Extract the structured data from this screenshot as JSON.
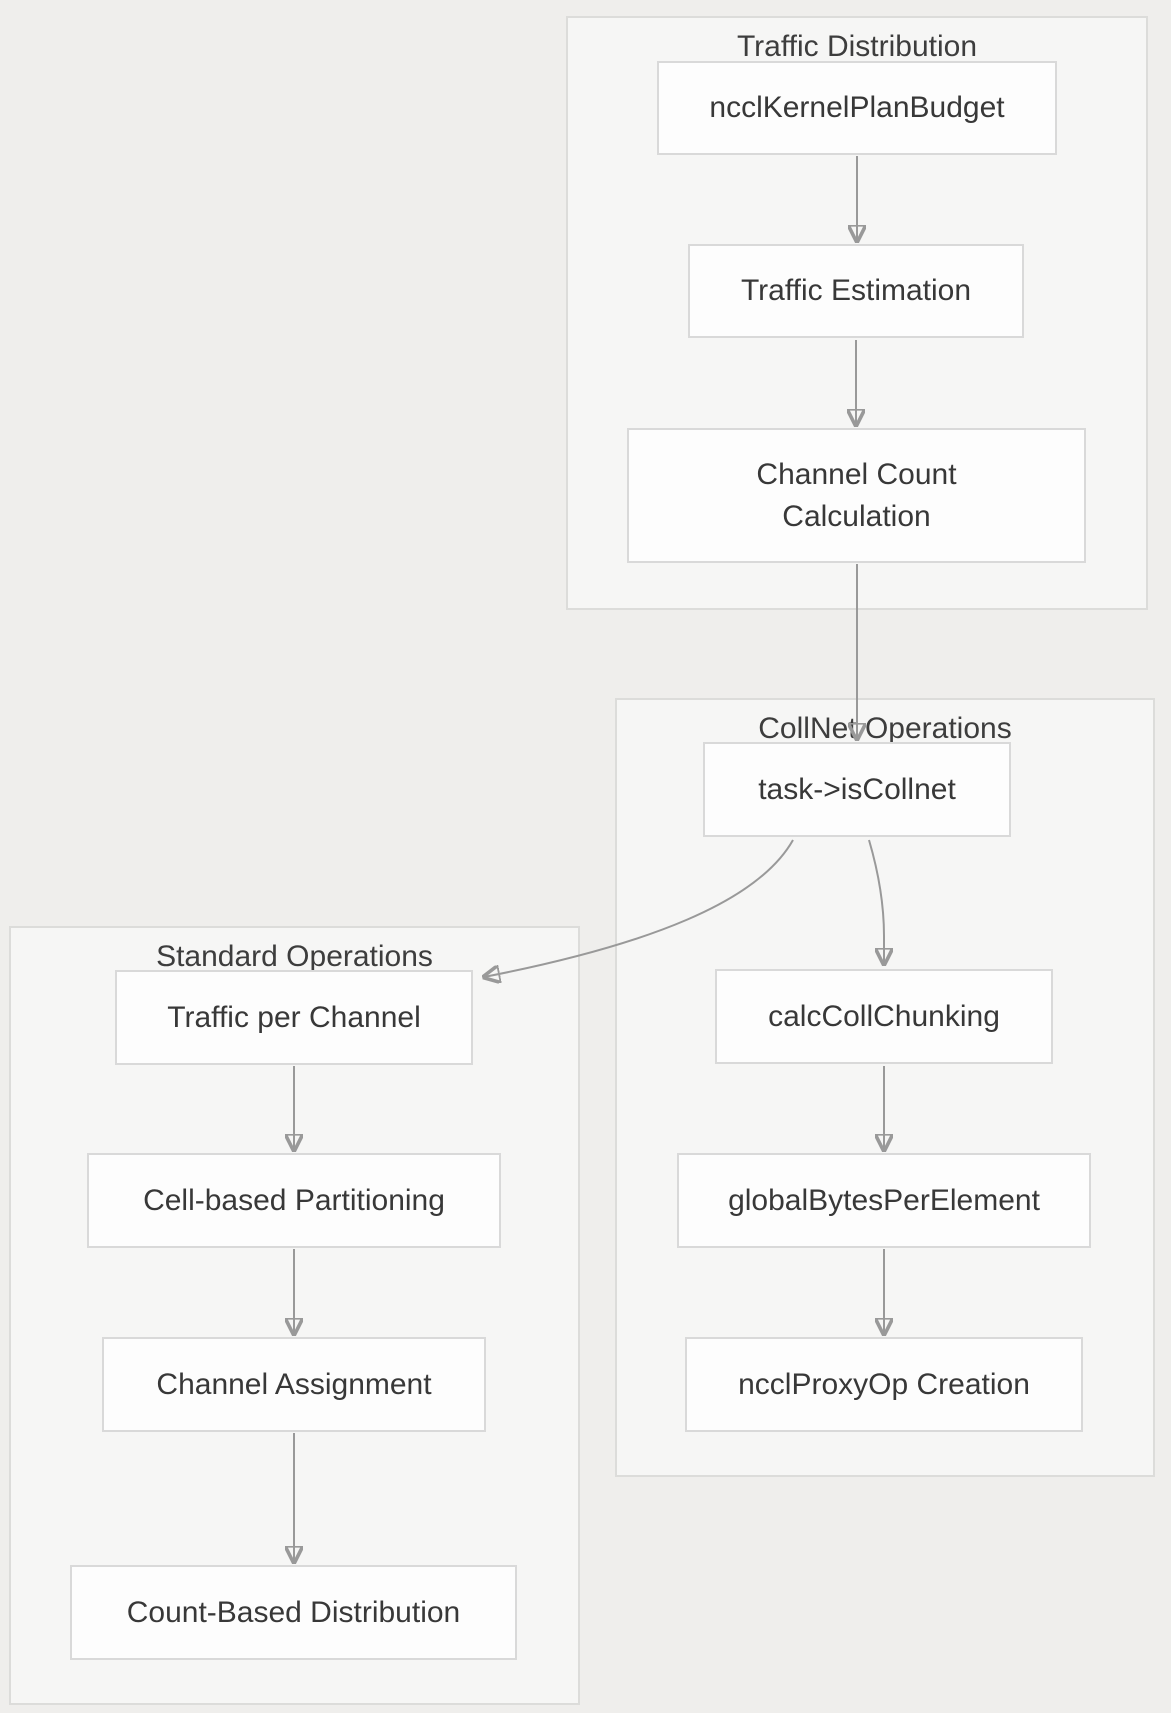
{
  "diagram_title": "",
  "groups": {
    "traffic_distribution": {
      "title": "Traffic Distribution"
    },
    "collnet_operations": {
      "title": "CollNet Operations"
    },
    "standard_operations": {
      "title": "Standard Operations"
    }
  },
  "nodes": {
    "nccl_kernel_plan_budget": {
      "label": "ncclKernelPlanBudget",
      "group": "traffic_distribution"
    },
    "traffic_estimation": {
      "label": "Traffic Estimation",
      "group": "traffic_distribution"
    },
    "channel_count_calculation": {
      "label": "Channel Count Calculation",
      "group": "traffic_distribution"
    },
    "task_is_collnet": {
      "label": "task->isCollnet",
      "group": "collnet_operations"
    },
    "calc_coll_chunking": {
      "label": "calcCollChunking",
      "group": "collnet_operations"
    },
    "global_bytes_per_element": {
      "label": "globalBytesPerElement",
      "group": "collnet_operations"
    },
    "nccl_proxy_op_creation": {
      "label": "ncclProxyOp Creation",
      "group": "collnet_operations"
    },
    "traffic_per_channel": {
      "label": "Traffic per Channel",
      "group": "standard_operations"
    },
    "cell_based_partitioning": {
      "label": "Cell-based Partitioning",
      "group": "standard_operations"
    },
    "channel_assignment": {
      "label": "Channel Assignment",
      "group": "standard_operations"
    },
    "count_based_distribution": {
      "label": "Count-Based Distribution",
      "group": "standard_operations"
    }
  },
  "edges": [
    {
      "from": "nccl_kernel_plan_budget",
      "to": "traffic_estimation"
    },
    {
      "from": "traffic_estimation",
      "to": "channel_count_calculation"
    },
    {
      "from": "channel_count_calculation",
      "to": "task_is_collnet"
    },
    {
      "from": "task_is_collnet",
      "to": "traffic_per_channel"
    },
    {
      "from": "task_is_collnet",
      "to": "calc_coll_chunking"
    },
    {
      "from": "calc_coll_chunking",
      "to": "global_bytes_per_element"
    },
    {
      "from": "global_bytes_per_element",
      "to": "nccl_proxy_op_creation"
    },
    {
      "from": "traffic_per_channel",
      "to": "cell_based_partitioning"
    },
    {
      "from": "cell_based_partitioning",
      "to": "channel_assignment"
    },
    {
      "from": "channel_assignment",
      "to": "count_based_distribution"
    }
  ],
  "colors": {
    "page_bg": "#efeeec",
    "group_bg": "#f6f6f5",
    "group_border": "#dcdcda",
    "node_bg": "#fdfdfd",
    "node_border": "#d9d9d9",
    "node_text": "#383838",
    "title_color": "#3d3d3d",
    "edge_color": "#999999",
    "arrowhead_color": "#8c8c8c"
  }
}
